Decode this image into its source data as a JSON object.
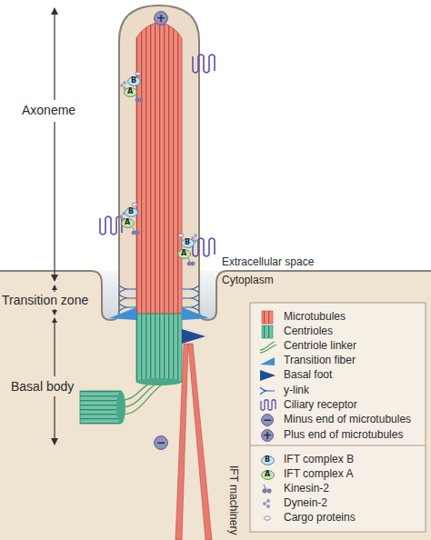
{
  "diagram": {
    "nodes": [
      {
        "text": [
          "+"
        ]
      },
      {
        "text": [
          "B"
        ]
      },
      {
        "text": [
          "A"
        ]
      },
      {
        "text": [
          "B"
        ]
      },
      {
        "text": [
          "A"
        ]
      },
      {
        "text": [
          "B"
        ]
      },
      {
        "text": [
          "A"
        ]
      },
      {
        "text": [
          "−"
        ]
      },
      {
        "text": [
          "−"
        ]
      },
      {
        "text": [
          "+"
        ]
      },
      {
        "text": [
          "B"
        ]
      },
      {
        "text": [
          "A"
        ]
      }
    ],
    "labels": [
      "Axoneme",
      "Transition zone",
      "Basal body",
      "Extracellular space",
      "Cytoplasm",
      "IFT machinery"
    ],
    "legend": [
      {
        "text": "Microtubules"
      },
      {
        "text": "Centrioles"
      },
      {
        "text": "Centriole linker"
      },
      {
        "text": "Transition fiber"
      },
      {
        "text": "Basal foot"
      },
      {
        "text": "y-link"
      },
      {
        "text": "Ciliary receptor"
      },
      {
        "text": "Minus end of microtubules"
      },
      {
        "text": "Plus end of microtubules"
      },
      {
        "text": "IFT complex B"
      },
      {
        "text": "IFT complex A"
      },
      {
        "text": "Kinesin-2"
      },
      {
        "text": "Dynein-2"
      },
      {
        "text": "Cargo proteins"
      }
    ]
  }
}
